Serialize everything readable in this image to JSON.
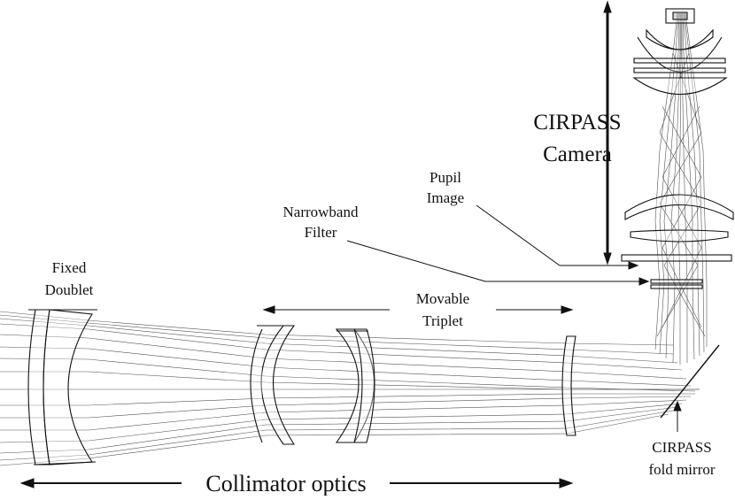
{
  "labels": {
    "camera_line1": "CIRPASS",
    "camera_line2": "Camera",
    "pupil_line1": "Pupil",
    "pupil_line2": "Image",
    "filter_line1": "Narrowband",
    "filter_line2": "Filter",
    "doublet_line1": "Fixed",
    "doublet_line2": "Doublet",
    "triplet_line1": "Movable",
    "triplet_line2": "Triplet",
    "mirror_line1": "CIRPASS",
    "mirror_line2": "fold mirror",
    "collimator": "Collimator optics"
  },
  "colors": {
    "ink": "#111111",
    "rays": "#555555"
  }
}
